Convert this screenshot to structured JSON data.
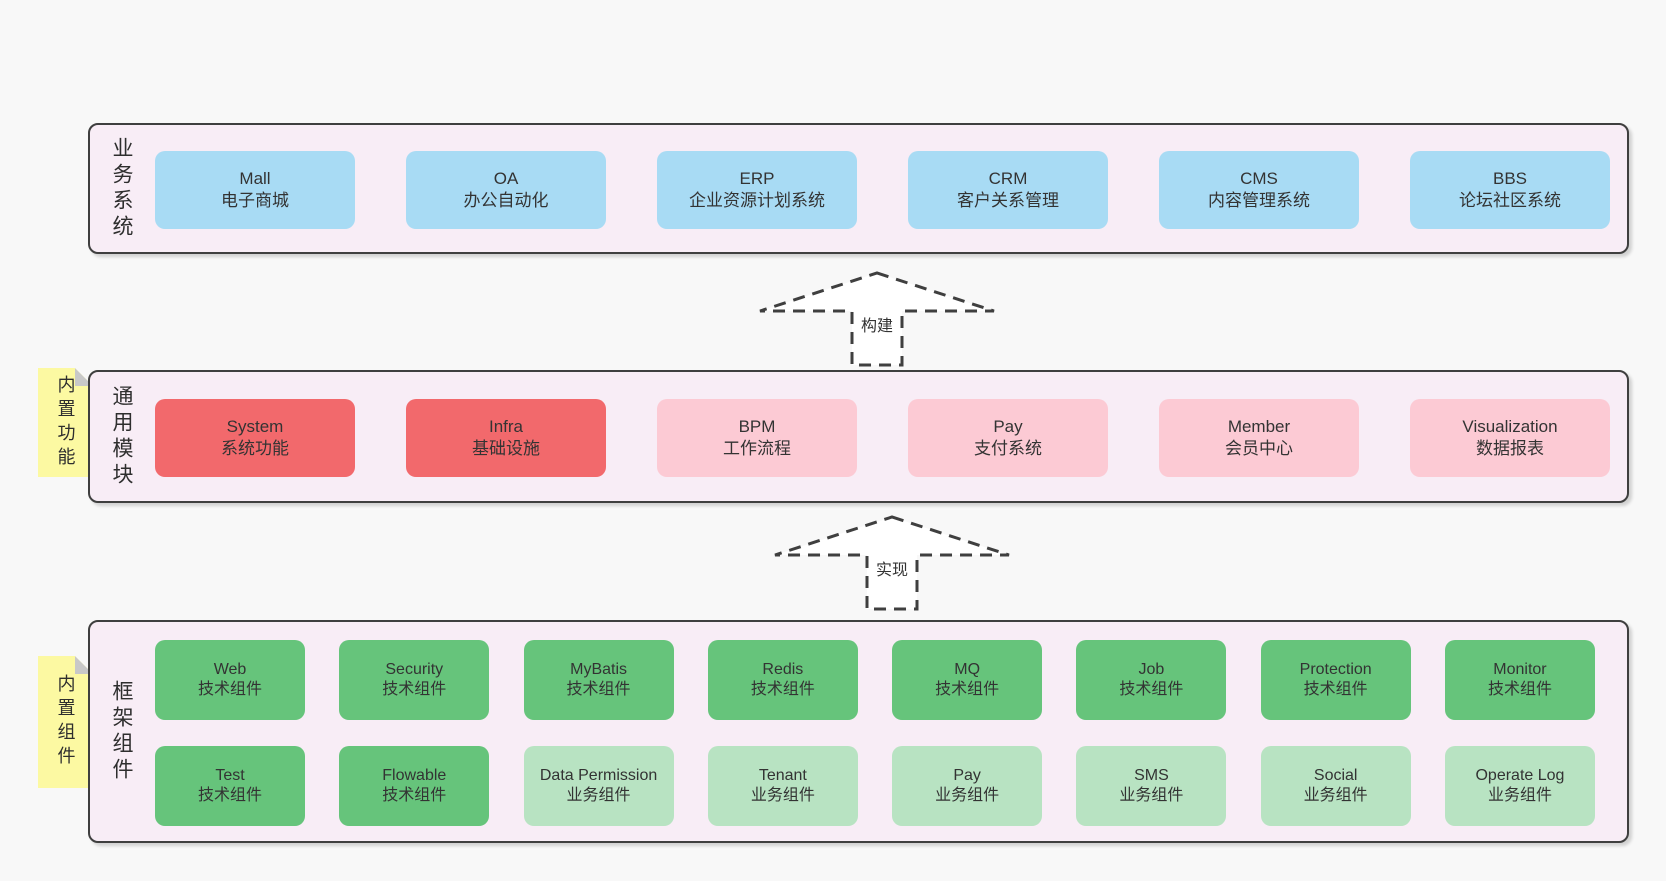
{
  "colors": {
    "page_bg": "#f8f8f8",
    "layer_bg": "#f8edf6",
    "layer_border": "#3f3f3f",
    "text": "#333333",
    "sticky_bg": "#fcf9a2",
    "sticky_fold": "#c8c8c8",
    "arrow_fill": "#ffffff",
    "arrow_stroke": "#3f3f3f",
    "blue": "#a8dbf4",
    "red": "#f2696c",
    "pink": "#fccad4",
    "green": "#66c47b",
    "lightgreen": "#b8e3c2"
  },
  "layers": [
    {
      "label": "业务系统",
      "boxes": [
        {
          "title": "Mall",
          "subtitle": "电子商城",
          "variant": "blue"
        },
        {
          "title": "OA",
          "subtitle": "办公自动化",
          "variant": "blue"
        },
        {
          "title": "ERP",
          "subtitle": "企业资源计划系统",
          "variant": "blue"
        },
        {
          "title": "CRM",
          "subtitle": "客户关系管理",
          "variant": "blue"
        },
        {
          "title": "CMS",
          "subtitle": "内容管理系统",
          "variant": "blue"
        },
        {
          "title": "BBS",
          "subtitle": "论坛社区系统",
          "variant": "blue"
        }
      ]
    },
    {
      "label": "通用模块",
      "sticky": "内置功能",
      "boxes": [
        {
          "title": "System",
          "subtitle": "系统功能",
          "variant": "red"
        },
        {
          "title": "Infra",
          "subtitle": "基础设施",
          "variant": "red"
        },
        {
          "title": "BPM",
          "subtitle": "工作流程",
          "variant": "pink"
        },
        {
          "title": "Pay",
          "subtitle": "支付系统",
          "variant": "pink"
        },
        {
          "title": "Member",
          "subtitle": "会员中心",
          "variant": "pink"
        },
        {
          "title": "Visualization",
          "subtitle": "数据报表",
          "variant": "pink"
        }
      ]
    },
    {
      "label": "框架组件",
      "sticky": "内置组件",
      "rows": [
        [
          {
            "title": "Web",
            "subtitle": "技术组件",
            "variant": "green"
          },
          {
            "title": "Security",
            "subtitle": "技术组件",
            "variant": "green"
          },
          {
            "title": "MyBatis",
            "subtitle": "技术组件",
            "variant": "green"
          },
          {
            "title": "Redis",
            "subtitle": "技术组件",
            "variant": "green"
          },
          {
            "title": "MQ",
            "subtitle": "技术组件",
            "variant": "green"
          },
          {
            "title": "Job",
            "subtitle": "技术组件",
            "variant": "green"
          },
          {
            "title": "Protection",
            "subtitle": "技术组件",
            "variant": "green"
          },
          {
            "title": "Monitor",
            "subtitle": "技术组件",
            "variant": "green"
          }
        ],
        [
          {
            "title": "Test",
            "subtitle": "技术组件",
            "variant": "green"
          },
          {
            "title": "Flowable",
            "subtitle": "技术组件",
            "variant": "green"
          },
          {
            "title": "Data Permission",
            "subtitle": "业务组件",
            "variant": "lightgreen"
          },
          {
            "title": "Tenant",
            "subtitle": "业务组件",
            "variant": "lightgreen"
          },
          {
            "title": "Pay",
            "subtitle": "业务组件",
            "variant": "lightgreen"
          },
          {
            "title": "SMS",
            "subtitle": "业务组件",
            "variant": "lightgreen"
          },
          {
            "title": "Social",
            "subtitle": "业务组件",
            "variant": "lightgreen"
          },
          {
            "title": "Operate Log",
            "subtitle": "业务组件",
            "variant": "lightgreen"
          }
        ]
      ]
    }
  ],
  "arrows": [
    {
      "label": "构建"
    },
    {
      "label": "实现"
    }
  ]
}
